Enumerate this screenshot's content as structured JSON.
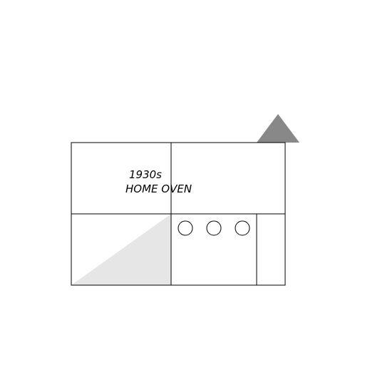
{
  "diagram": {
    "caption_line1": "1930s",
    "caption_line2": "HOME OVEN",
    "burner_count": 3
  },
  "colors": {
    "outline": "#000000",
    "chimney": "#888888",
    "shade": "#e6e6e6",
    "background": "#ffffff"
  }
}
